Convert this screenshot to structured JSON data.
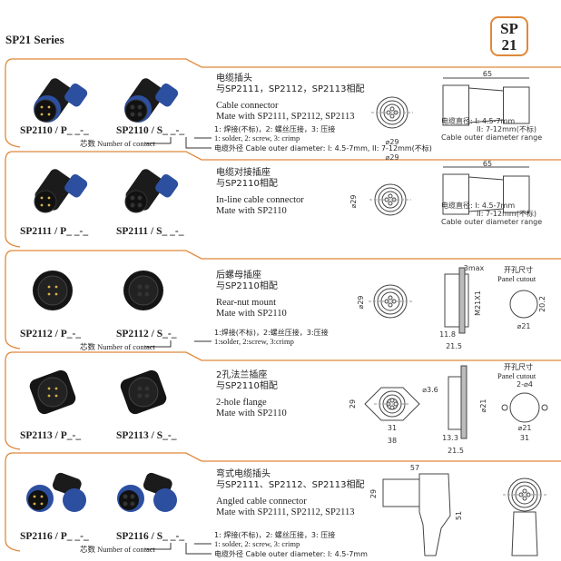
{
  "header": {
    "series_title": "SP21  Series",
    "badge_line1": "SP",
    "badge_line2": "21"
  },
  "colors": {
    "frame": "#e0883a",
    "connector_blue": "#2d4fa0",
    "connector_black": "#1b1b1b"
  },
  "panels": [
    {
      "cn_title": "电缆插头",
      "cn_mate": "与SP2111，SP2112，SP2113相配",
      "en_title": "Cable connector",
      "en_mate": "Mate with SP2111, SP2112, SP2113",
      "part_p": "SP2110 / P_ _-_",
      "part_s": "SP2110 / S_ _-_",
      "term_cn": "1: 焊接(不标)，2: 螺丝压接，3: 压接",
      "term_en": "1: solder, 2: screw, 3: crimp",
      "contact_label": "芯数 Number of contact",
      "cable_label": "电缆外径 Cable outer diameter: I: 4.5-7mm, II: 7-12mm(不标)",
      "dims": {
        "front": "⌀29",
        "length": "65"
      },
      "range_cn": "电缆直径: I: 4.5-7mm",
      "range_2": "II: 7-12mm(不标)",
      "range_en": "Cable outer  diameter range"
    },
    {
      "cn_title": "电缆对接插座",
      "cn_mate": "与SP2110相配",
      "en_title": "In-line cable connector",
      "en_mate": "Mate with  SP2110",
      "part_p": "SP2111 / P_ _-_",
      "part_s": "SP2111 / S_ _-_",
      "dims": {
        "front": "⌀29",
        "length": "65"
      },
      "range_cn": "电缆直径: I: 4.5-7mm",
      "range_2": "II: 7-12mm(不标)",
      "range_en": "Cable outer  diameter range"
    },
    {
      "cn_title": "后螺母插座",
      "cn_mate": "与SP2110相配",
      "en_title": "Rear-nut mount",
      "en_mate": "Mate with  SP2110",
      "part_p": "SP2112 / P_-_",
      "part_s": "SP2112 / S_-_",
      "term_cn": "1:焊接(不标)，2:螺丝压接，3:压接",
      "term_en": "1:solder, 2:screw, 3:crimp",
      "contact_label": "芯数 Number of contact",
      "dims": {
        "front": "⌀29",
        "thread": "M21X1",
        "max": "3max",
        "a": "11.8",
        "b": "21.5",
        "cut": "⌀21",
        "cut_h": "20.2"
      },
      "cutout_cn": "开孔尺寸",
      "cutout_en": "Panel cutout"
    },
    {
      "cn_title": "2孔法兰插座",
      "cn_mate": "与SP2110相配",
      "en_title": "2-hole flange",
      "en_mate": "Mate with  SP2110",
      "part_p": "SP2113 / P_-_",
      "part_s": "SP2113 / S_-_",
      "dims": {
        "h": "29",
        "hole": "⌀3.6",
        "w1": "31",
        "w2": "38",
        "d": "⌀21",
        "a": "13.3",
        "b": "21.5",
        "cut": "⌀21",
        "cut_w": "31",
        "holes": "2-⌀4"
      },
      "cutout_cn": "开孔尺寸",
      "cutout_en": "Panel cutout"
    },
    {
      "cn_title": "弯式电缆插头",
      "cn_mate": "与SP2111、SP2112、SP2113相配",
      "en_title": "Angled cable connector",
      "en_mate": "Mate with  SP2111,  SP2112, SP2113",
      "part_p": "SP2116 / P_ _-_",
      "part_s": "SP2116 / S_ _-_",
      "term_cn": "1: 焊接(不标)，2: 螺丝压接，3: 压接",
      "term_en": "1: solder, 2: screw, 3: crimp",
      "contact_label": "芯数 Number of contact",
      "cable_label": "电缆外径 Cable outer diameter: I: 4.5-7mm",
      "dims": {
        "w": "57",
        "h": "29",
        "total": "51"
      }
    }
  ]
}
